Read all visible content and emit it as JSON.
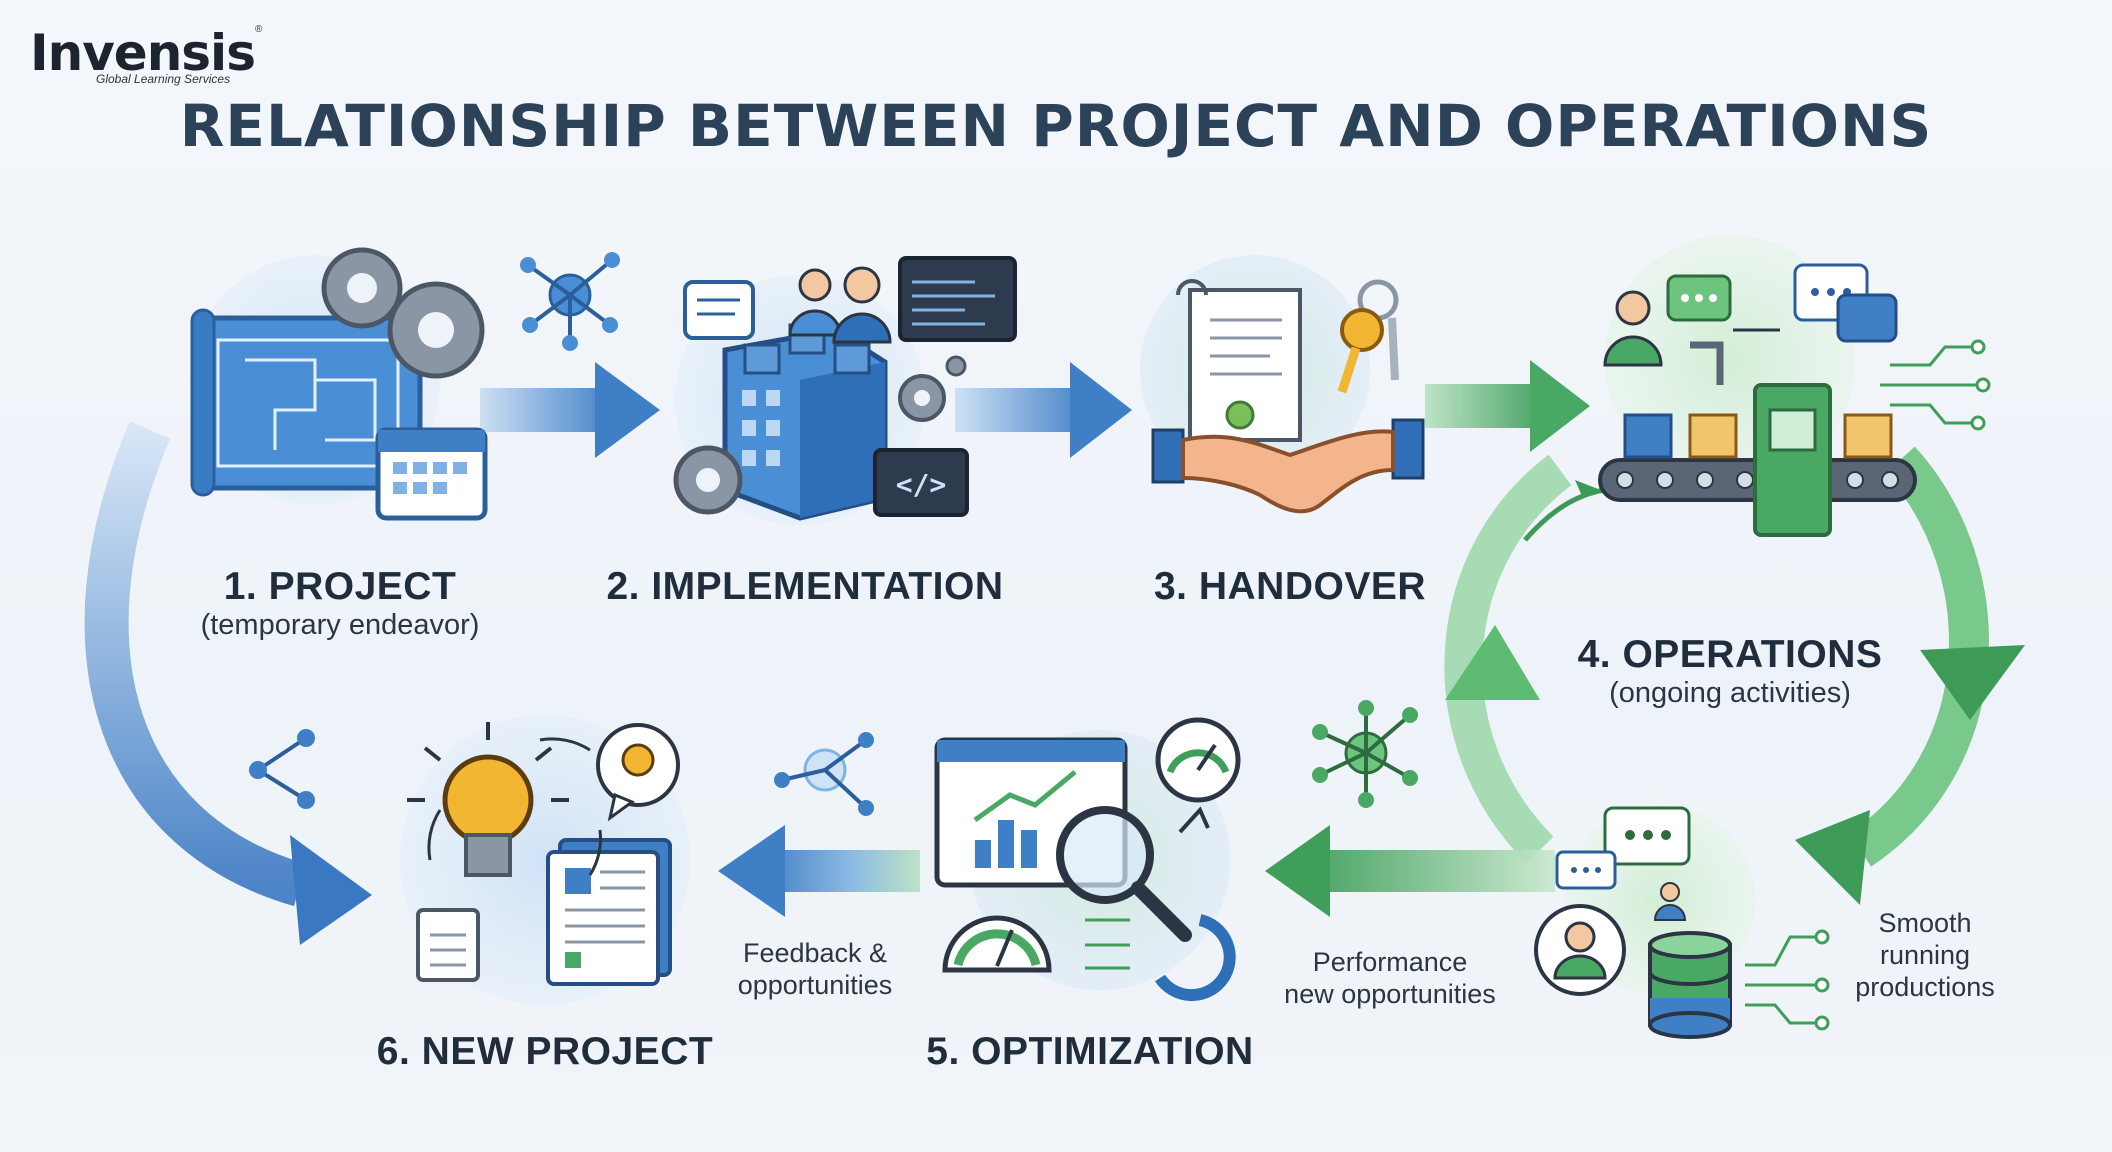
{
  "logo": {
    "brand": "Invensis",
    "tagline": "Global Learning Services",
    "reg": "®"
  },
  "title": "RELATIONSHIP BETWEEN PROJECT AND OPERATIONS",
  "steps": [
    {
      "title": "1. PROJECT",
      "subtitle": "(temporary endeavor)"
    },
    {
      "title": "2. IMPLEMENTATION"
    },
    {
      "title": "3. HANDOVER"
    },
    {
      "title": "4. OPERATIONS",
      "subtitle": "(ongoing activities)"
    },
    {
      "title": "5. OPTIMIZATION"
    },
    {
      "title": "6. NEW PROJECT"
    }
  ],
  "notes": {
    "feedback": [
      "Feedback &",
      "opportunities"
    ],
    "performance": [
      "Performance",
      "new opportunities"
    ],
    "smooth": [
      "Smooth",
      "running",
      "productions"
    ]
  },
  "colors": {
    "blue_dark": "#2f6fb8",
    "blue_mid": "#5f9ad8",
    "blue_light": "#cfe2f5",
    "green_dark": "#3e9b57",
    "green_mid": "#6cc47f",
    "green_light": "#d6eed8",
    "yellow": "#f2b632",
    "title": "#2b4258"
  },
  "icons": {
    "step1": [
      "blueprint-icon",
      "gear-icon",
      "calendar-icon"
    ],
    "step2": [
      "building-icon",
      "team-icon",
      "code-window-icon",
      "gear-icon"
    ],
    "step3": [
      "document-icon",
      "keys-icon",
      "handshake-icon"
    ],
    "step4": [
      "conveyor-belt-icon",
      "chat-bubble-icon",
      "worker-icon",
      "circuit-icon"
    ],
    "step5": [
      "dashboard-chart-icon",
      "magnifier-icon",
      "gauge-icon"
    ],
    "step6": [
      "lightbulb-icon",
      "documents-icon",
      "idea-bubble-icon"
    ],
    "support": [
      "user-icon",
      "database-icon",
      "network-icon",
      "share-icon"
    ]
  }
}
